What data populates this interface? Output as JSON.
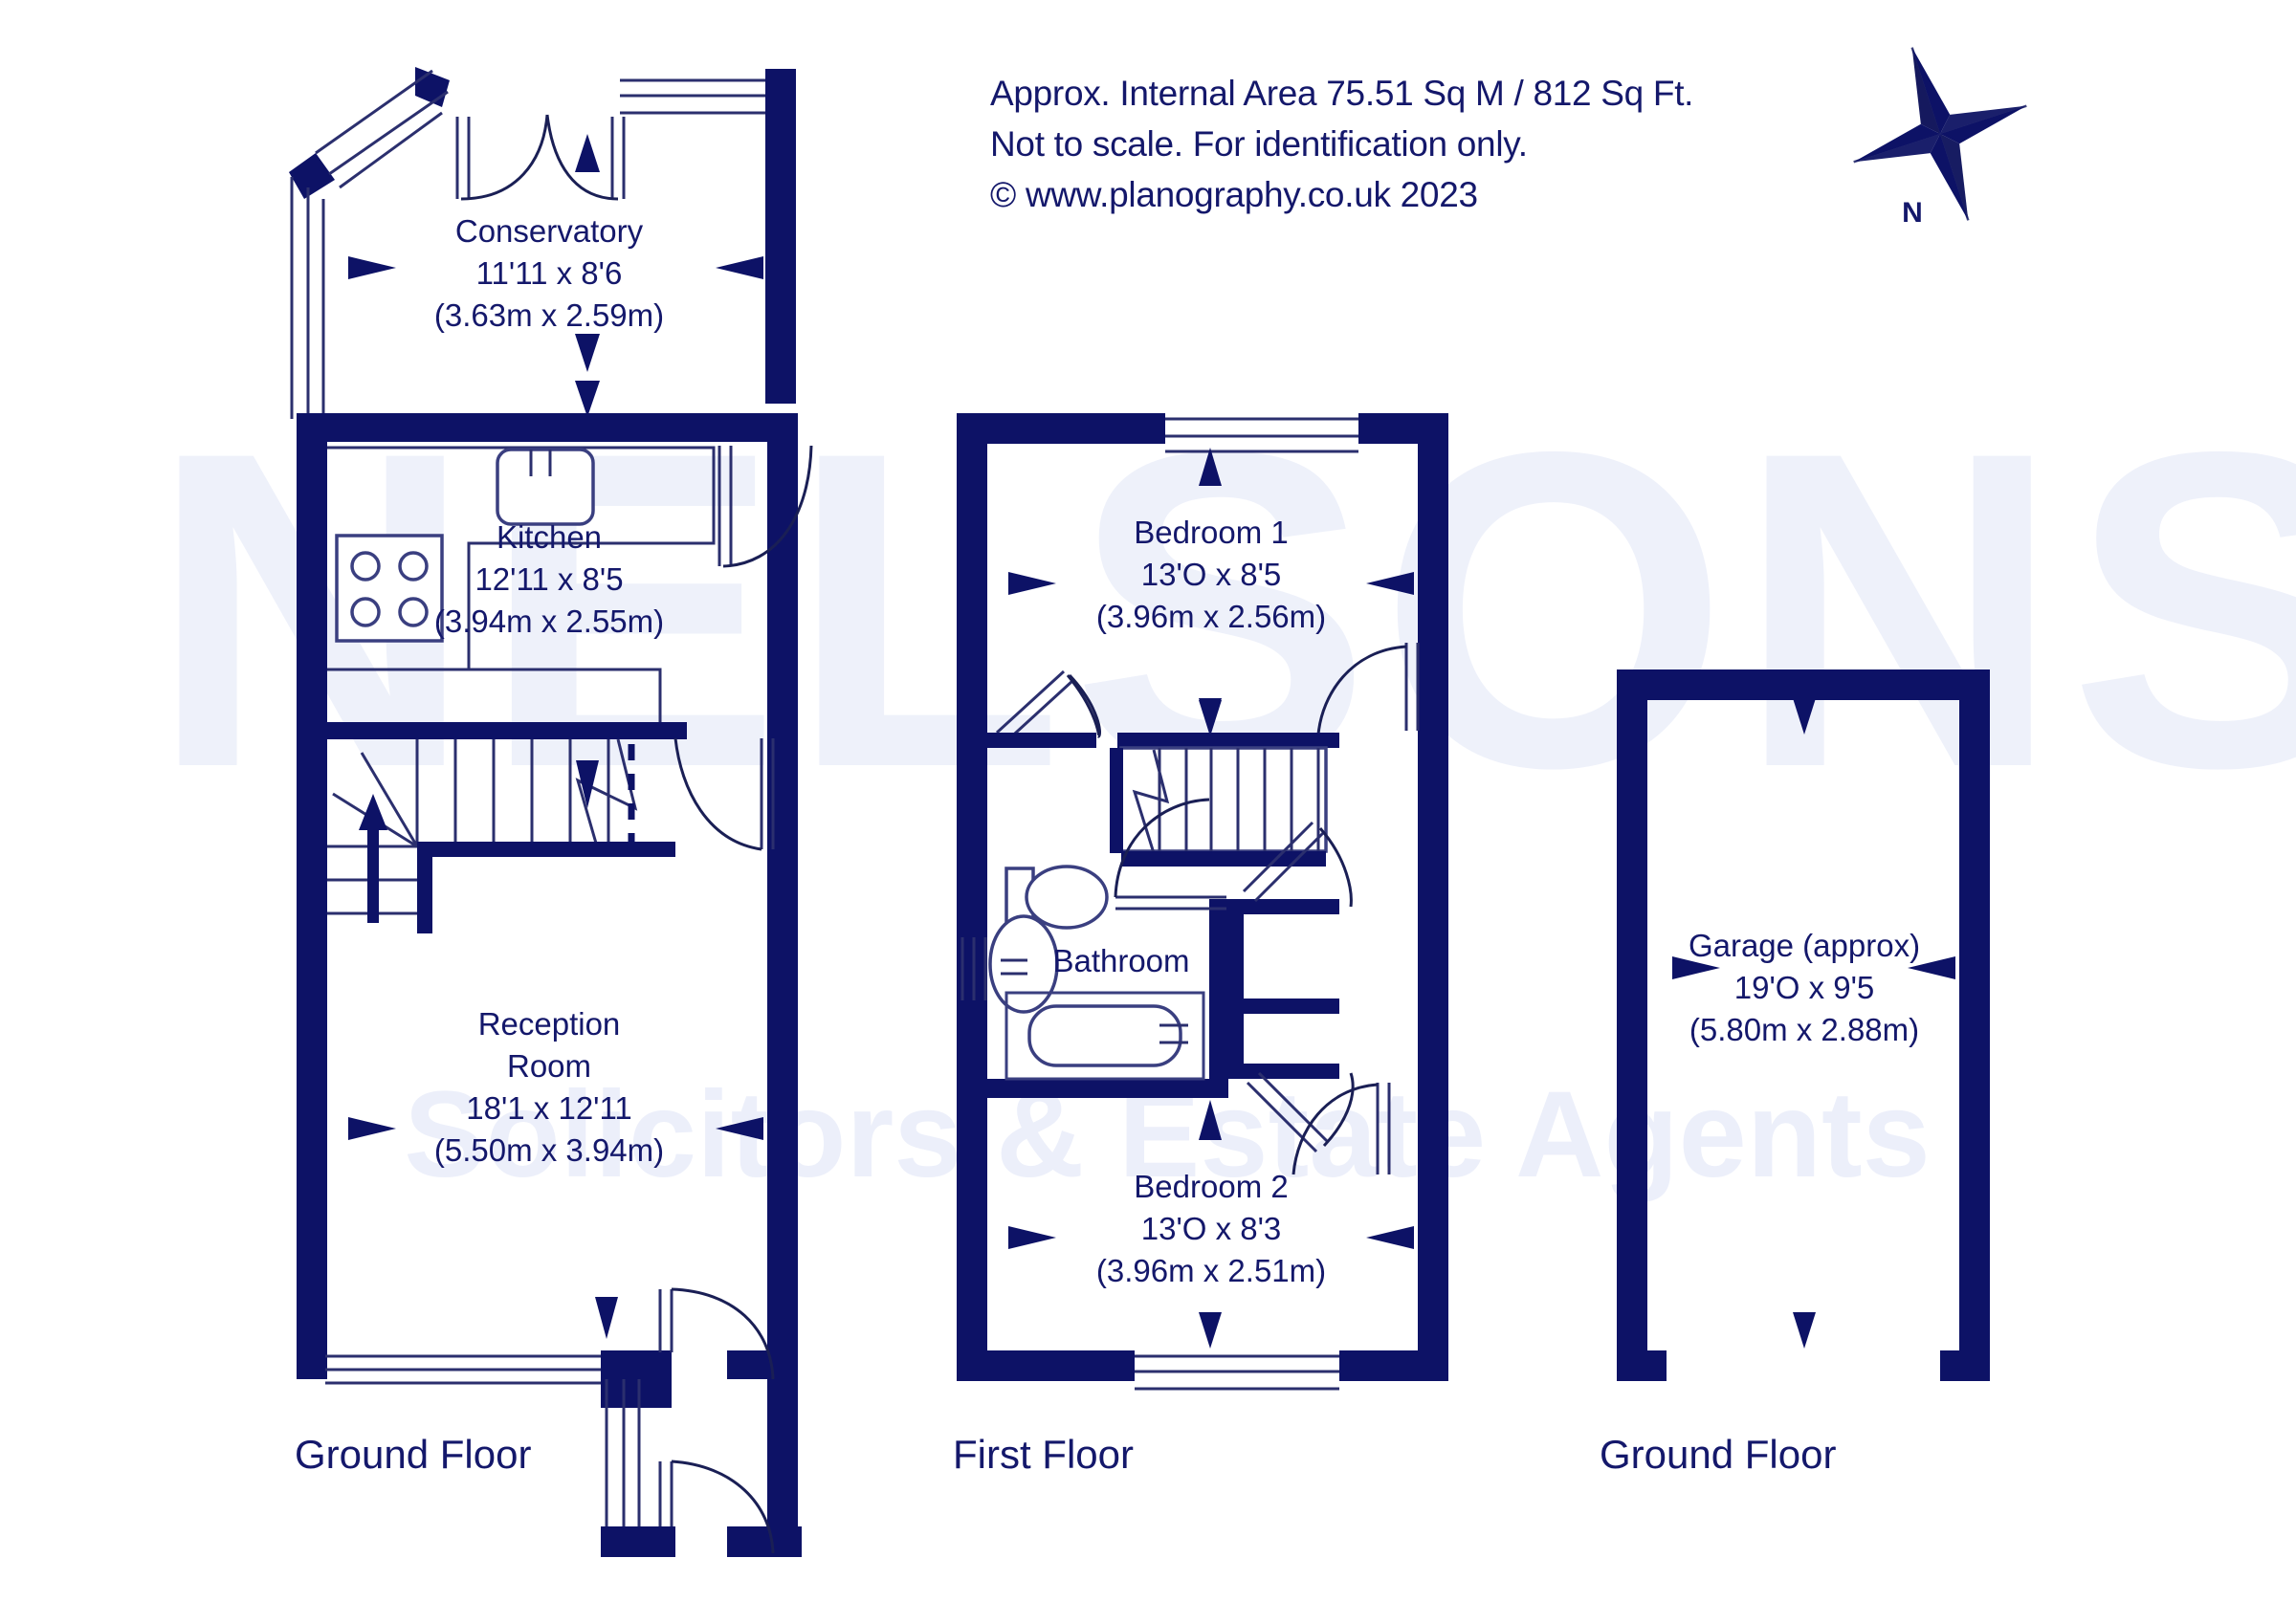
{
  "document": {
    "type": "floor-plan",
    "header_lines": [
      "Approx. Internal Area 75.51 Sq M / 812 Sq Ft.",
      "Not to scale. For identification only.",
      "© www.planography.co.uk 2023"
    ],
    "internal_area_sq_m": "75.51",
    "internal_area_sq_ft": "812",
    "copyright": "© www.planography.co.uk 2023",
    "colors": {
      "wall": "#0d1266",
      "text": "#14186b",
      "background": "#ffffff",
      "watermark": "#eceffa"
    }
  },
  "compass": {
    "label": "N",
    "icon": "compass-rose-icon"
  },
  "watermark": {
    "line1": "NELSONS",
    "line2": "Solicitors & Estate Agents"
  },
  "floors": [
    {
      "id": "ground-floor-house",
      "label": "Ground Floor",
      "rooms": [
        {
          "id": "conservatory",
          "name": "Conservatory",
          "dim_imperial": "11'11 x 8'6",
          "dim_metric": "(3.63m x 2.59m)"
        },
        {
          "id": "kitchen",
          "name": "Kitchen",
          "dim_imperial": "12'11 x 8'5",
          "dim_metric": "(3.94m x 2.55m)"
        },
        {
          "id": "reception-room",
          "name": "Reception",
          "name2": "Room",
          "dim_imperial": "18'1 x 12'11",
          "dim_metric": "(5.50m x 3.94m)"
        }
      ]
    },
    {
      "id": "first-floor",
      "label": "First Floor",
      "rooms": [
        {
          "id": "bedroom-1",
          "name": "Bedroom 1",
          "dim_imperial": "13'O x 8'5",
          "dim_metric": "(3.96m x 2.56m)"
        },
        {
          "id": "bathroom",
          "name": "Bathroom",
          "dim_imperial": "",
          "dim_metric": ""
        },
        {
          "id": "bedroom-2",
          "name": "Bedroom 2",
          "dim_imperial": "13'O x 8'3",
          "dim_metric": "(3.96m x 2.51m)"
        }
      ]
    },
    {
      "id": "ground-floor-garage",
      "label": "Ground Floor",
      "rooms": [
        {
          "id": "garage",
          "name": "Garage (approx)",
          "dim_imperial": "19'O x 9'5",
          "dim_metric": "(5.80m x 2.88m)"
        }
      ]
    }
  ]
}
